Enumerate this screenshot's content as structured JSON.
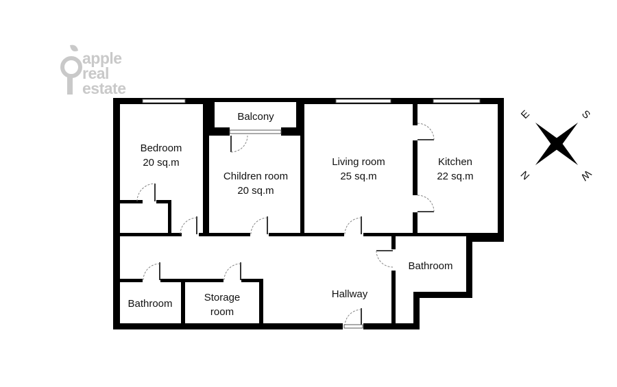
{
  "logo": {
    "lines": [
      "apple",
      "real",
      "estate"
    ],
    "color": "#c9c9c9"
  },
  "rooms": {
    "balcony": {
      "name": "Balcony",
      "area": ""
    },
    "bedroom": {
      "name": "Bedroom",
      "area": "20 sq.m"
    },
    "children_room": {
      "name": "Children room",
      "area": "20 sq.m"
    },
    "living_room": {
      "name": "Living room",
      "area": "25 sq.m"
    },
    "kitchen": {
      "name": "Kitchen",
      "area": "22 sq.m"
    },
    "bathroom_right": {
      "name": "Bathroom",
      "area": ""
    },
    "hallway": {
      "name": "Hallway",
      "area": ""
    },
    "bathroom_left": {
      "name": "Bathroom",
      "area": ""
    },
    "storage_room": {
      "name": "Storage",
      "area": "room"
    }
  },
  "compass": {
    "letters": {
      "n": "N",
      "e": "E",
      "s": "S",
      "w": "W"
    },
    "icon": "compass-rose-icon"
  },
  "colors": {
    "wall": "#000000",
    "logo": "#c9c9c9"
  }
}
